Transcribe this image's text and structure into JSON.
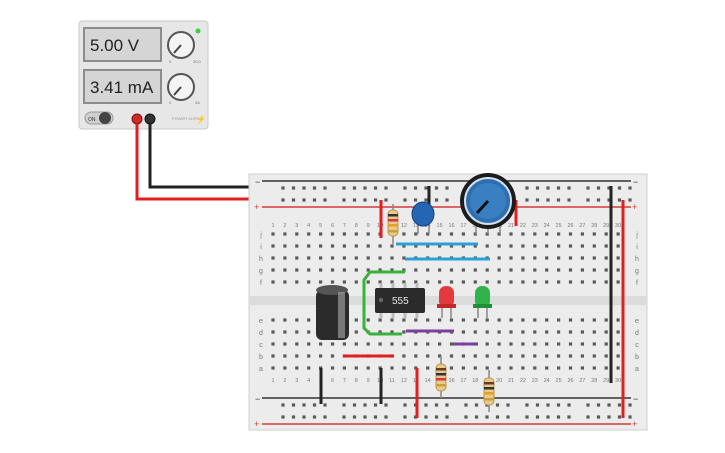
{
  "power_supply": {
    "voltage_display": "5.00 V",
    "current_display": "3.41 mA",
    "power_switch_label": "ON",
    "brand_label": "POWER SUPPLY",
    "voltage_knob_min": "0",
    "voltage_knob_max": "30.0",
    "current_knob_min": "0",
    "current_knob_max": "5A"
  },
  "breadboard": {
    "row_letters_top": [
      "j",
      "i",
      "h",
      "g",
      "f"
    ],
    "row_letters_bottom": [
      "e",
      "d",
      "c",
      "b",
      "a"
    ],
    "column_numbers": [
      "1",
      "2",
      "3",
      "4",
      "5",
      "6",
      "7",
      "8",
      "9",
      "10",
      "11",
      "12",
      "13",
      "14",
      "15",
      "16",
      "17",
      "18",
      "19",
      "20",
      "21",
      "22",
      "23",
      "24",
      "25",
      "26",
      "27",
      "28",
      "29",
      "30"
    ],
    "rail_minus": "−",
    "rail_plus": "+"
  },
  "components": {
    "ic_label": "555"
  },
  "colors": {
    "wire_red": "#e02020",
    "wire_black": "#222222",
    "wire_blue": "#2a9fd8",
    "wire_green": "#38b23a",
    "wire_purple": "#7b3f9e",
    "led_red": "#e33b3b",
    "led_green": "#2fb34a",
    "potentiometer": "#2f6fb0",
    "capacitor_ceramic": "#2566b3"
  }
}
